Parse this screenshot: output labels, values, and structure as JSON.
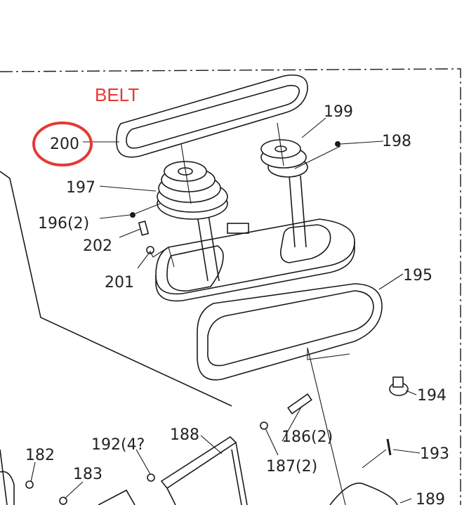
{
  "highlight": {
    "title": "BELT",
    "circle_color": "#e53935"
  },
  "parts": {
    "p200": "200",
    "p199": "199",
    "p198": "198",
    "p197": "197",
    "p196": "196(2)",
    "p202": "202",
    "p201": "201",
    "p195": "195",
    "p194": "194",
    "p193": "193",
    "p192": "192(4?",
    "p188": "188",
    "p186": "186(2)",
    "p187": "187(2)",
    "p182": "182",
    "p183": "183",
    "p189": "189"
  }
}
